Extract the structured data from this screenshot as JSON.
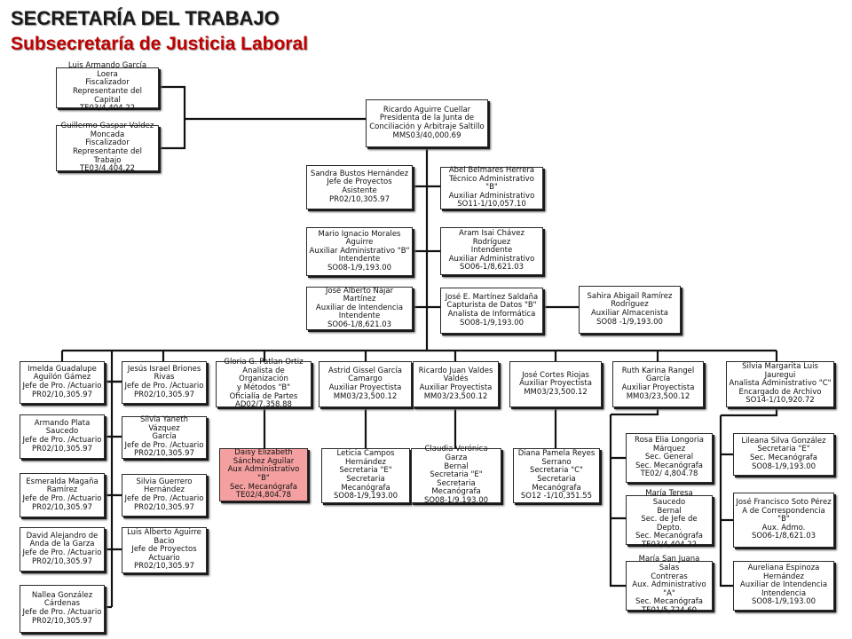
{
  "title": "SECRETARÍA DEL TRABAJO",
  "subtitle": "Subsecretaría de Justicia Laboral",
  "nodes": {
    "fiscalizador_capital": "Luis Armando García Loera\nFiscalizador\nRepresentante del Capital\nTE03/4,404.22",
    "fiscalizador_trabajo": "Guillermo Gaspar Valdez\nMoncada\nFiscalizador\nRepresentante del Trabajo\nTE03/4,404.22",
    "presidenta": "Ricardo Aguirre Cuellar\nPresidenta de la Junta de\nConciliación y Arbitraje Saltillo\nMMS03/40,000.69",
    "jefe_proyectos_asistente": "Sandra Bustos Hernández\nJefe de Proyectos\nAsistente\nPR02/10,305.97",
    "tecnico_administrativo": "Abel Belmares Herrera\nTécnico Administrativo \"B\"\nAuxiliar Administrativo\nSO11-1/10,057.10",
    "auxiliar_admin_b_mario": "Mario Ignacio Morales\nAguirre\nAuxiliar Administrativo \"B\"\nIntendente\nSO08-1/9,193.00",
    "auxiliar_admin_aram": "Aram Isai Chávez Rodríguez\nIntendente\nAuxiliar Administrativo\nSO06-1/8,621.03",
    "auxiliar_intendencia_jose": "José Alberto Najar Martínez\nAuxiliar de Intendencia\nIntendente\nSO06-1/8,621.03",
    "capturista": "José E. Martínez Saldaña\nCapturista de Datos \"B\"\nAnalista de Informática\nSO08-1/9,193.00",
    "almacenista": "Sahira Abigail Ramírez\nRodríguez\nAuxiliar Almacenista\nSO08 -1/9,193.00",
    "col1_imelda": "Imelda Guadalupe\nAguilón Gámez\nJefe de Pro. /Actuario\nPR02/10,305.97",
    "col1_armando": "Armando Plata\nSaucedo\nJefe de Pro. /Actuario\nPR02/10,305.97",
    "col1_esmeralda": "Esmeralda Magaña\nRamírez\nJefe de Pro. /Actuario\nPR02/10,305.97",
    "col1_david": "David Alejandro de\nAnda de la Garza\nJefe de Pro. /Actuario\nPR02/10,305.97",
    "col1_nallea": "Nallea González\nCárdenas\nJefe de Pro. /Actuario\nPR02/10,305.97",
    "col2_jesus": "Jesús Israel Briones\nRivas\nJefe de Pro. /Actuario\nPR02/10,305.97",
    "col2_silvia_yaneth": "Silvia Yaneth Vázquez\nGarcía\nJefe de Pro. /Actuario\nPR02/10,305.97",
    "col2_silvia_guerrero": "Silvia Guerrero\nHernández\nJefe de Pro. /Actuario\nPR02/10,305.97",
    "col2_luis": "Luis Alberto Aguirre\nBacio\nJefe de Proyectos\nActuario\nPR02/10,305.97",
    "col3_gloria": "Gloria G. Patlan Ortiz\nAnalista de Organización\ny Métodos \"B\"\nOficialía de Partes\nAD02/7,358.88",
    "col3_daisy": "Daisy Elizabeth\nSánchez Aguilar\nAux Administrativo \"B\"\nSec. Mecanógrafa\nTE02/4,804.78",
    "col4_astrid": "Astrid Gissel García\nCamargo\nAuxiliar Proyectista\nMM03/23,500.12",
    "col4_leticia": "Leticia Campos\nHernández\nSecretaria \"E\"\nSecretaria\nMecanógrafa\nSO08-1/9,193.00",
    "col5_ricardo": "Ricardo Juan Valdes\nValdés\nAuxiliar Proyectista\nMM03/23,500.12",
    "col5_claudia": "Claudia Verónica Garza\nBernal\nSecretaria \"E\"\nSecretaria\nMecanógrafa\nSO08-1/9,193.00",
    "col6_jose": "José Cortes Riojas\nAuxiliar Proyectista\nMM03/23,500.12",
    "col6_diana": "Diana Pamela Reyes\nSerrano\nSecretaria \"C\"\nSecretaria\nMecanógrafa\nSO12 -1/10,351.55",
    "col7_ruth": "Ruth Karina Rangel\nGarcía\nAuxiliar Proyectista\nMM03/23,500.12",
    "col7_rosa": "Rosa Elia Longoria\nMárquez\nSec. General\nSec. Mecanógrafa\nTE02/ 4,804.78",
    "col7_maria_teresa": "María Teresa Saucedo\nBernal\nSec. de Jefe de Depto.\nSec. Mecanógrafa\nTE03/4,404.22",
    "col7_maria_san_juana": "María San Juana Salas\nContreras\nAux. Administrativo \"A\"\nSec. Mecanógrafa\nTE01/5,724.60",
    "col8_silvia_margarita": "Silvia Margarita Luis Jauregui\nAnalista Administrativo \"C\"\nEncargado de Archivo\nSO14-1/10,920.72",
    "col8_lileana": "Lileana Silva González\nSecretaria \"E\"\nSec. Mecanógrafa\nSO08-1/9,193.00",
    "col8_jose_francisco": "José Francisco Soto Pérez\nA de Correspondencia \"B\"\nAux. Admo.\nSO06-1/8,621.03",
    "col8_aureliana": "Aureliana Espinoza\nHernández\nAuxiliar de Intendencia\nIntendencia\nSO08-1/9,193.00"
  },
  "colors": {
    "title": "#1a1a1a",
    "subtitle": "#c00000",
    "pink_box": "#f4a0a0",
    "line": "#111111"
  }
}
